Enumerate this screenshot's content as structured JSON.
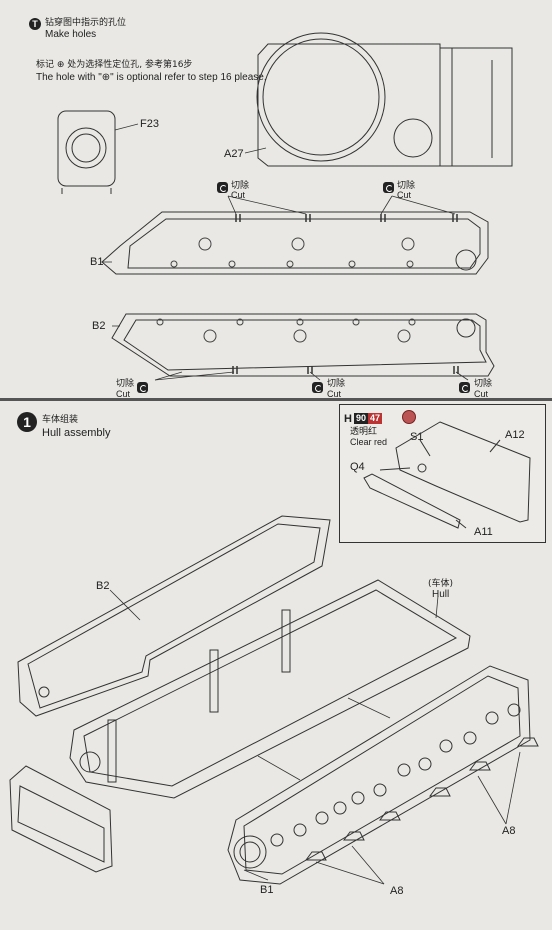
{
  "top_step": {
    "badge": "T",
    "title_cn": "钻穿图中指示的孔位",
    "title_en": "Make holes",
    "note_cn": "标记 ⊕ 处为选择性定位孔, 参考第16步",
    "note_en": "The hole with \"⊕\" is optional refer to step 16 please."
  },
  "parts": {
    "f23": "F23",
    "a27": "A27",
    "b1": "B1",
    "b2": "B2",
    "b1_bottom": "B1",
    "b2_hull": "B2",
    "a8_right": "A8",
    "a8_bottom": "A8",
    "a12": "A12",
    "a11": "A11",
    "s1": "S1",
    "q4": "Q4"
  },
  "cut": {
    "cn": "切除",
    "en": "Cut"
  },
  "step1": {
    "badge": "1",
    "title_cn": "车体组装",
    "title_en": "Hull assembly",
    "hull_cn": "(车体)",
    "hull_en": "Hull"
  },
  "inset": {
    "paint_letter": "H",
    "paint_code_a": "90",
    "paint_code_b": "47",
    "paint_cn": "透明红",
    "paint_en": "Clear red"
  }
}
